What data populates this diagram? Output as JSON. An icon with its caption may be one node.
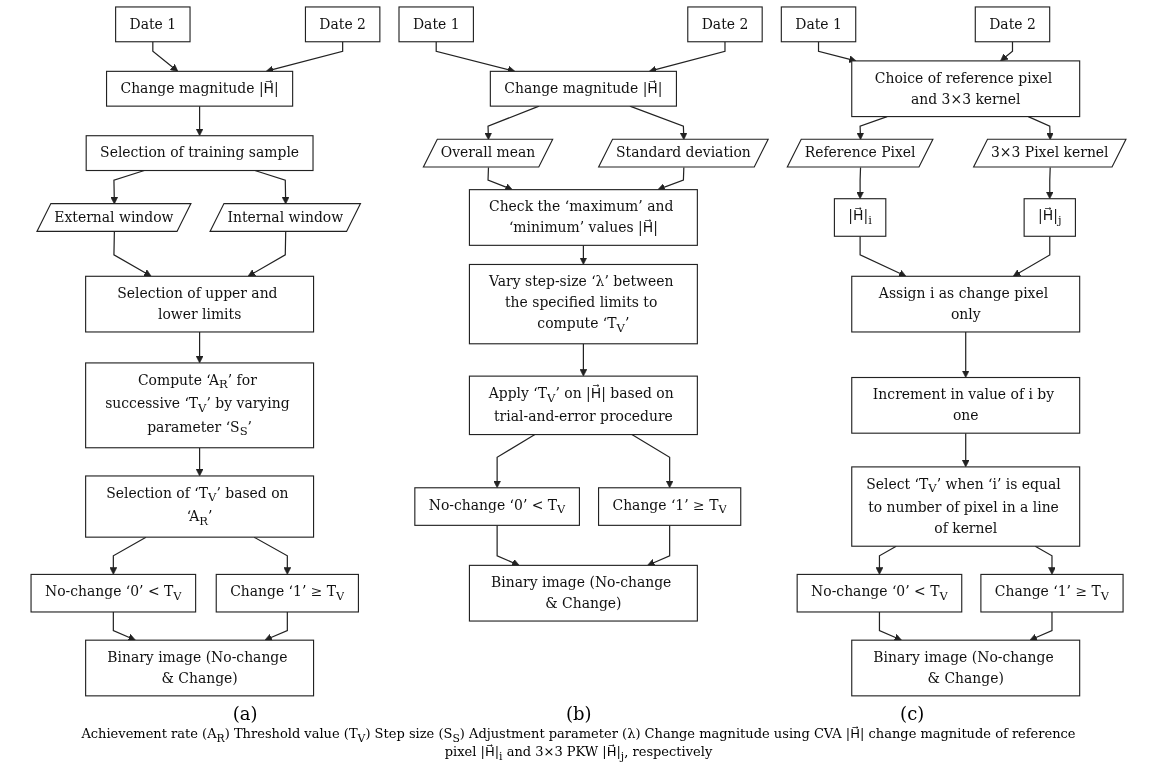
{
  "diagram": {
    "caption": "Achievement rate (A$_{R}$) Threshold value (T$_{V}$) Step size (S$_{S}$) Adjustment parameter (λ) Change magnitude using CVA |H⃗| change magnitude of reference pixel |H⃗|$_{i}$ and 3×3 PKW |H⃗|$_{j}$, respectively",
    "nodes": [
      {
        "text": [
          "Date 1"
        ]
      },
      {
        "text": [
          "Date 2"
        ]
      },
      {
        "text": [
          "Change magnitude |H⃗|"
        ]
      },
      {
        "text": [
          "Selection of training sample"
        ]
      },
      {
        "text": [
          "External window"
        ]
      },
      {
        "text": [
          "Internal window"
        ]
      },
      {
        "text": [
          "Selection of upper and lower limits"
        ]
      },
      {
        "text": [
          "Compute ‘A$_{R}$’ for successive ‘T$_{V}$’ by varying parameter ‘S$_{S}$’"
        ]
      },
      {
        "text": [
          "Selection of ‘T$_{V}$’ based on ‘A$_{R}$’"
        ]
      },
      {
        "text": [
          "No-change ‘0’ < T$_{V}$"
        ]
      },
      {
        "text": [
          "Change ‘1’ ≥ T$_{V}$"
        ]
      },
      {
        "text": [
          "Binary image (No-change & Change)"
        ]
      },
      {
        "text": [
          "Date 1"
        ]
      },
      {
        "text": [
          "Date 2"
        ]
      },
      {
        "text": [
          "Change magnitude |H⃗|"
        ]
      },
      {
        "text": [
          "Overall mean"
        ]
      },
      {
        "text": [
          "Standard deviation"
        ]
      },
      {
        "text": [
          "Check the ‘maximum’ and ‘minimum’ values |H⃗|"
        ]
      },
      {
        "text": [
          "Vary step-size ‘λ’ between the specified limits to compute ‘T$_{V}$’"
        ]
      },
      {
        "text": [
          "Apply ‘T$_{V}$’ on |H⃗| based on trial-and-error procedure"
        ]
      },
      {
        "text": [
          "No-change ‘0’ < T$_{V}$"
        ]
      },
      {
        "text": [
          "Change ‘1’ ≥ T$_{V}$"
        ]
      },
      {
        "text": [
          "Binary image (No-change & Change)"
        ]
      },
      {
        "text": [
          "Date 1"
        ]
      },
      {
        "text": [
          "Date 2"
        ]
      },
      {
        "text": [
          "Choice of reference pixel and 3×3 kernel"
        ]
      },
      {
        "text": [
          "Reference Pixel"
        ]
      },
      {
        "text": [
          "3×3 Pixel kernel"
        ]
      },
      {
        "text": [
          "|H⃗|$_{i}$"
        ]
      },
      {
        "text": [
          "|H⃗|$_{j}$"
        ]
      },
      {
        "text": [
          "Assign i as change pixel only"
        ]
      },
      {
        "text": [
          "Increment in value of i by one"
        ]
      },
      {
        "text": [
          "Select ‘T$_{V}$’ when ‘i’ is equal to number of pixel in a line of kernel"
        ]
      },
      {
        "text": [
          "No-change ‘0’ < T$_{V}$"
        ]
      },
      {
        "text": [
          "Change ‘1’ ≥ T$_{V}$"
        ]
      },
      {
        "text": [
          "Binary image (No-change & Change)"
        ]
      }
    ],
    "edges": [
      {
        "from": 0,
        "to": 2,
        "arrow": "to"
      },
      {
        "from": 1,
        "to": 2,
        "arrow": "to"
      },
      {
        "from": 2,
        "to": 3,
        "arrow": "to"
      },
      {
        "from": 3,
        "to": 4,
        "arrow": "to"
      },
      {
        "from": 3,
        "to": 5,
        "arrow": "to"
      },
      {
        "from": 4,
        "to": 6,
        "arrow": "to"
      },
      {
        "from": 5,
        "to": 6,
        "arrow": "to"
      },
      {
        "from": 6,
        "to": 7,
        "arrow": "to"
      },
      {
        "from": 7,
        "to": 8,
        "arrow": "to"
      },
      {
        "from": 8,
        "to": 9,
        "arrow": "to"
      },
      {
        "from": 8,
        "to": 10,
        "arrow": "to"
      },
      {
        "from": 9,
        "to": 11,
        "arrow": "to"
      },
      {
        "from": 10,
        "to": 11,
        "arrow": "to"
      },
      {
        "from": 12,
        "to": 14,
        "arrow": "to"
      },
      {
        "from": 13,
        "to": 14,
        "arrow": "to"
      },
      {
        "from": 14,
        "to": 15,
        "arrow": "to"
      },
      {
        "from": 14,
        "to": 16,
        "arrow": "to"
      },
      {
        "from": 15,
        "to": 17,
        "arrow": "to"
      },
      {
        "from": 16,
        "to": 17,
        "arrow": "to"
      },
      {
        "from": 17,
        "to": 18,
        "arrow": "to"
      },
      {
        "from": 18,
        "to": 19,
        "arrow": "to"
      },
      {
        "from": 19,
        "to": 20,
        "arrow": "to"
      },
      {
        "from": 19,
        "to": 21,
        "arrow": "to"
      },
      {
        "from": 20,
        "to": 22,
        "arrow": "to"
      },
      {
        "from": 21,
        "to": 22,
        "arrow": "to"
      },
      {
        "from": 23,
        "to": 25,
        "arrow": "to"
      },
      {
        "from": 24,
        "to": 25,
        "arrow": "to"
      },
      {
        "from": 25,
        "to": 26,
        "arrow": "to"
      },
      {
        "from": 25,
        "to": 27,
        "arrow": "to"
      },
      {
        "from": 26,
        "to": 28,
        "arrow": "to"
      },
      {
        "from": 27,
        "to": 29,
        "arrow": "to"
      },
      {
        "from": 28,
        "to": 30,
        "arrow": "to"
      },
      {
        "from": 29,
        "to": 30,
        "arrow": "to"
      },
      {
        "from": 30,
        "to": 31,
        "arrow": "to"
      },
      {
        "from": 31,
        "to": 32,
        "arrow": "to"
      },
      {
        "from": 32,
        "to": 33,
        "arrow": "to"
      },
      {
        "from": 32,
        "to": 34,
        "arrow": "to"
      },
      {
        "from": 33,
        "to": 35,
        "arrow": "to"
      },
      {
        "from": 34,
        "to": 35,
        "arrow": "to"
      }
    ],
    "labels": [
      "(a)",
      "(b)",
      "(c)"
    ]
  }
}
